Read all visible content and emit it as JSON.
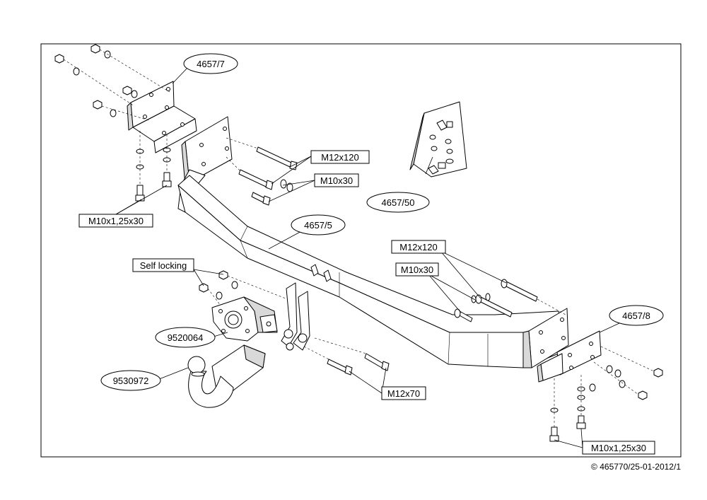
{
  "labels": {
    "bracket_left": "4657/7",
    "bracket_right": "4657/8",
    "crossbar": "4657/5",
    "kit": "4657/50",
    "m12x120_top": "M12x120",
    "m10x30_top": "M10x30",
    "m10x125x30_left": "M10x1,25x30",
    "self_locking": "Self locking",
    "socket_plate": "9520064",
    "ball": "9530972",
    "m12x120_right": "M12x120",
    "m10x30_right": "M10x30",
    "m12x70": "M12x70",
    "m10x125x30_right": "M10x1,25x30"
  },
  "copyright": "© 465770/25-01-2012/1"
}
